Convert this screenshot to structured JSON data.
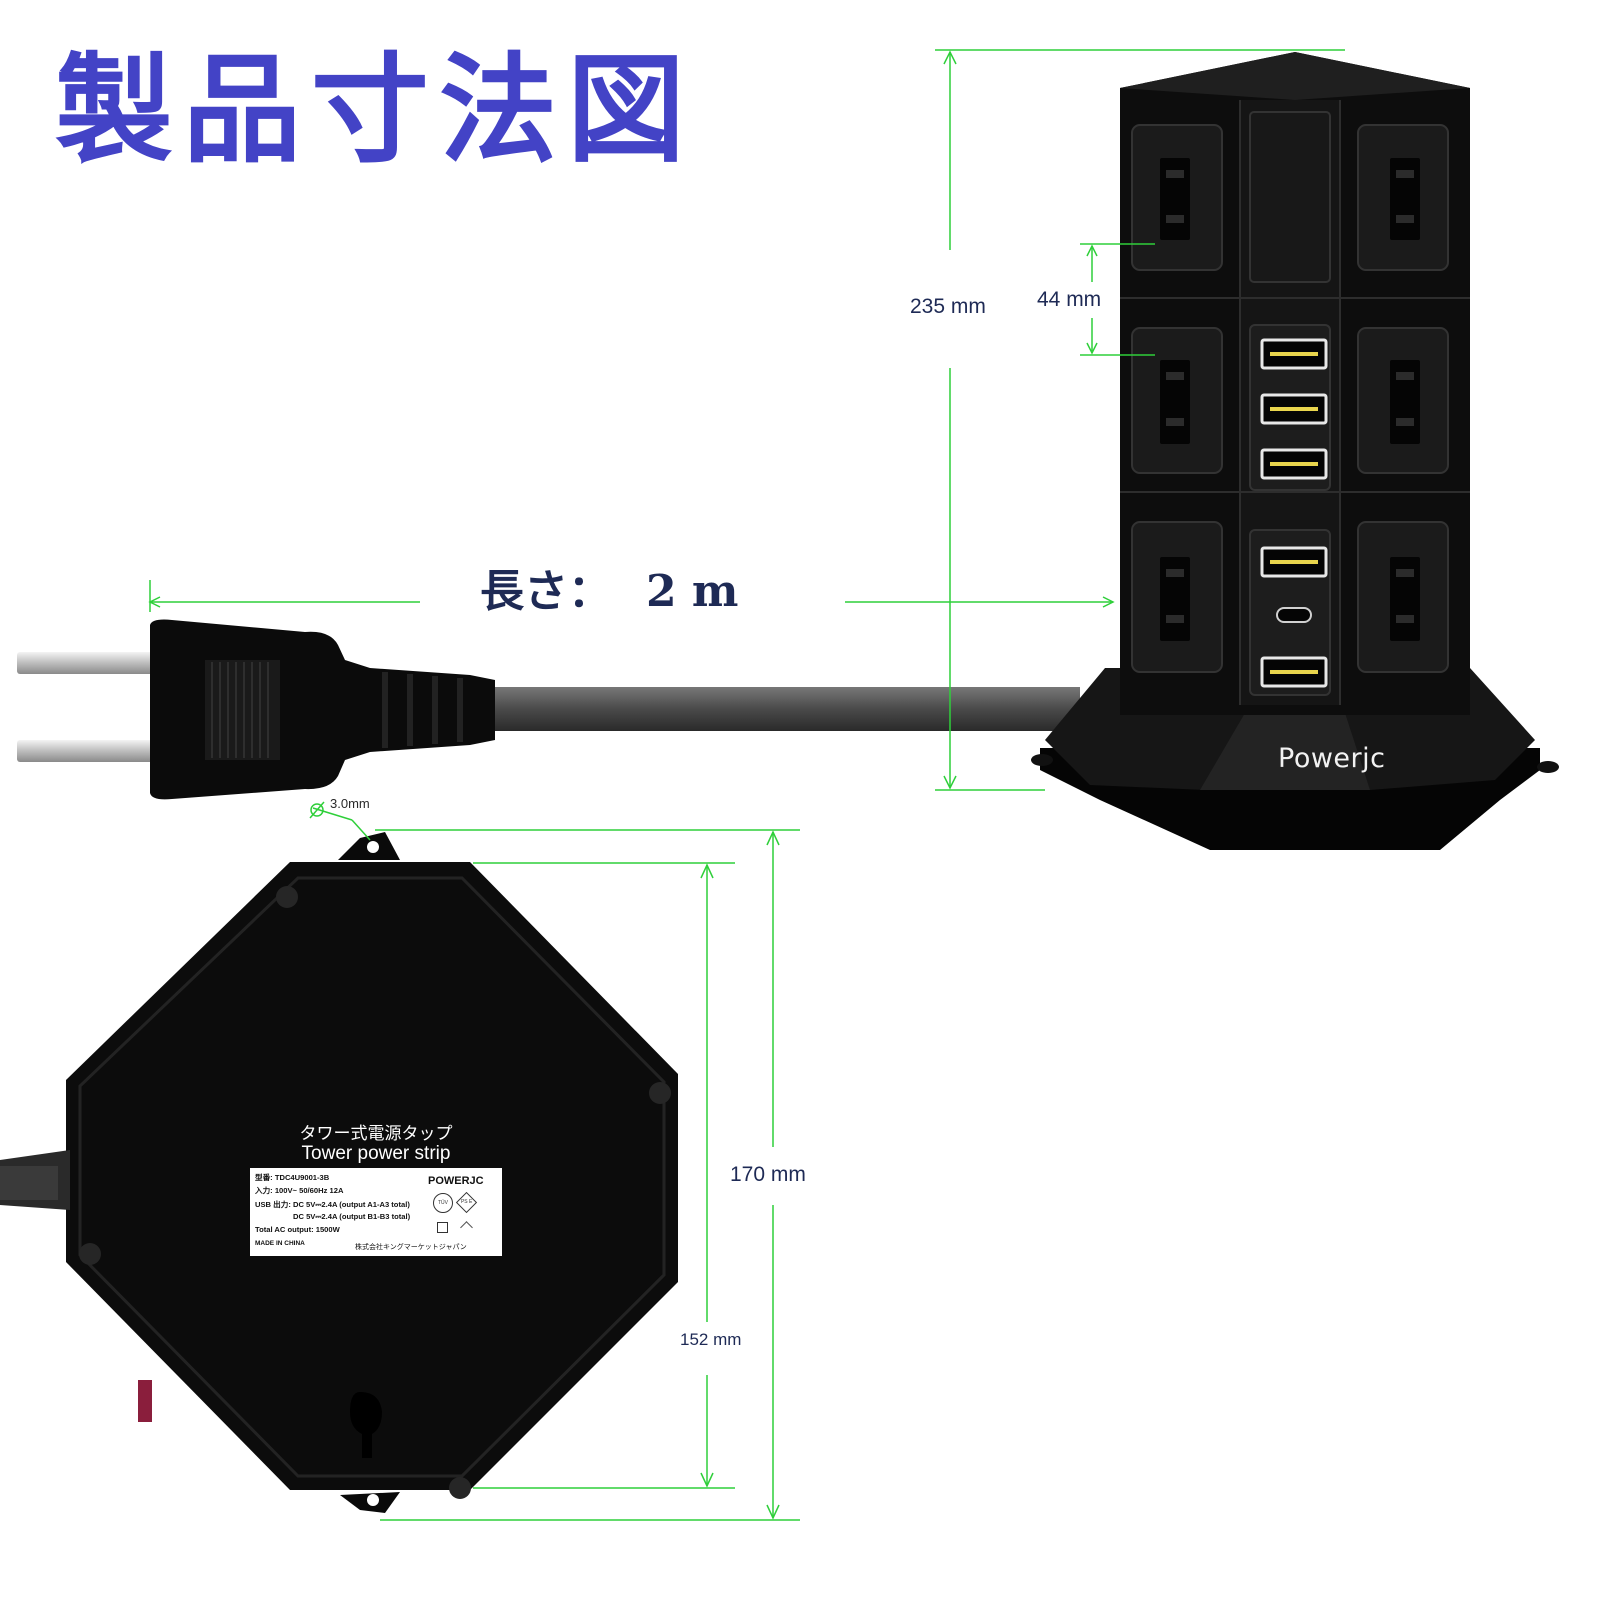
{
  "title": "製品寸法図",
  "colors": {
    "title": "#4343c6",
    "dimension_text": "#1e2a55",
    "dimension_line": "#2fcf3a",
    "product": "#0d0d0d",
    "cord": "#4d4d4d"
  },
  "cord_length": {
    "label": "長さ：",
    "value": "2 m"
  },
  "dimensions": {
    "tower_height": "235 mm",
    "outlet_spacing": "44 mm",
    "hole_diameter": "3.0mm",
    "base_depth": "170 mm",
    "base_width": "152 mm"
  },
  "product": {
    "brand_on_tower": "Powerjc"
  },
  "rating_label": {
    "title_jp": "タワー式電源タップ",
    "title_en": "Tower power strip",
    "model": "型番: TDC4U9001-3B",
    "input": "入力: 100V~ 50/60Hz 12A",
    "usb_output_1": "USB 出力: DC 5V⎓2.4A (output A1-A3 total)",
    "usb_output_2": "DC 5V⎓2.4A (output B1-B3 total)",
    "ac_output": "Total AC output: 1500W",
    "origin": "MADE IN CHINA",
    "brand": "POWERJC",
    "company": "株式会社キングマーケットジャパン",
    "cert_1": "TÜV",
    "cert_2": "PS E"
  }
}
